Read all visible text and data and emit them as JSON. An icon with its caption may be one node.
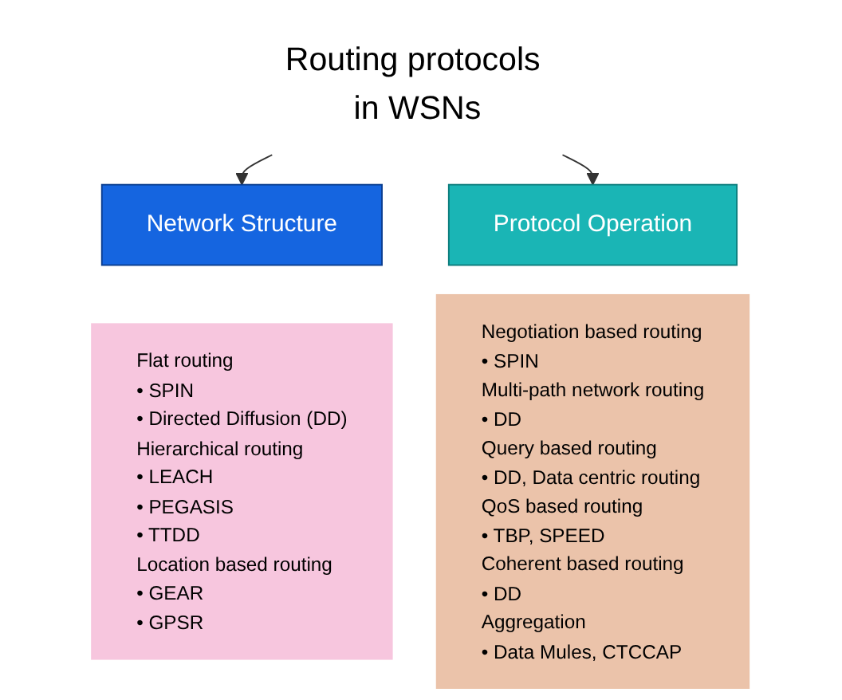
{
  "diagram": {
    "nodes": [
      {
        "text": [
          "Routing protocols in WSNs"
        ]
      },
      {
        "text": [
          "Network Structure"
        ]
      },
      {
        "text": [
          "Flat routing",
          "• SPIN",
          "• Directed Diffusion (DD)",
          "Hierarchical routing",
          "• LEACH",
          "• PEGASIS",
          "• TTDD",
          "Location based routing",
          "• GEAR",
          "• GPSR"
        ]
      },
      {
        "text": [
          "Protocol Operation"
        ]
      },
      {
        "text": [
          "Negotiation based routing",
          "• SPIN",
          "Multi-path network routing",
          "• DD",
          "Query based routing",
          "• DD, Data centric routing",
          "QoS based routing",
          "• TBP, SPEED",
          "Coherent based routing",
          "• DD",
          "Aggregation",
          "• Data Mules, CTCCAP"
        ]
      }
    ],
    "edges": [
      {
        "from": 0,
        "to": 1,
        "arrow": "to"
      },
      {
        "from": 0,
        "to": 3,
        "arrow": "to"
      }
    ]
  }
}
